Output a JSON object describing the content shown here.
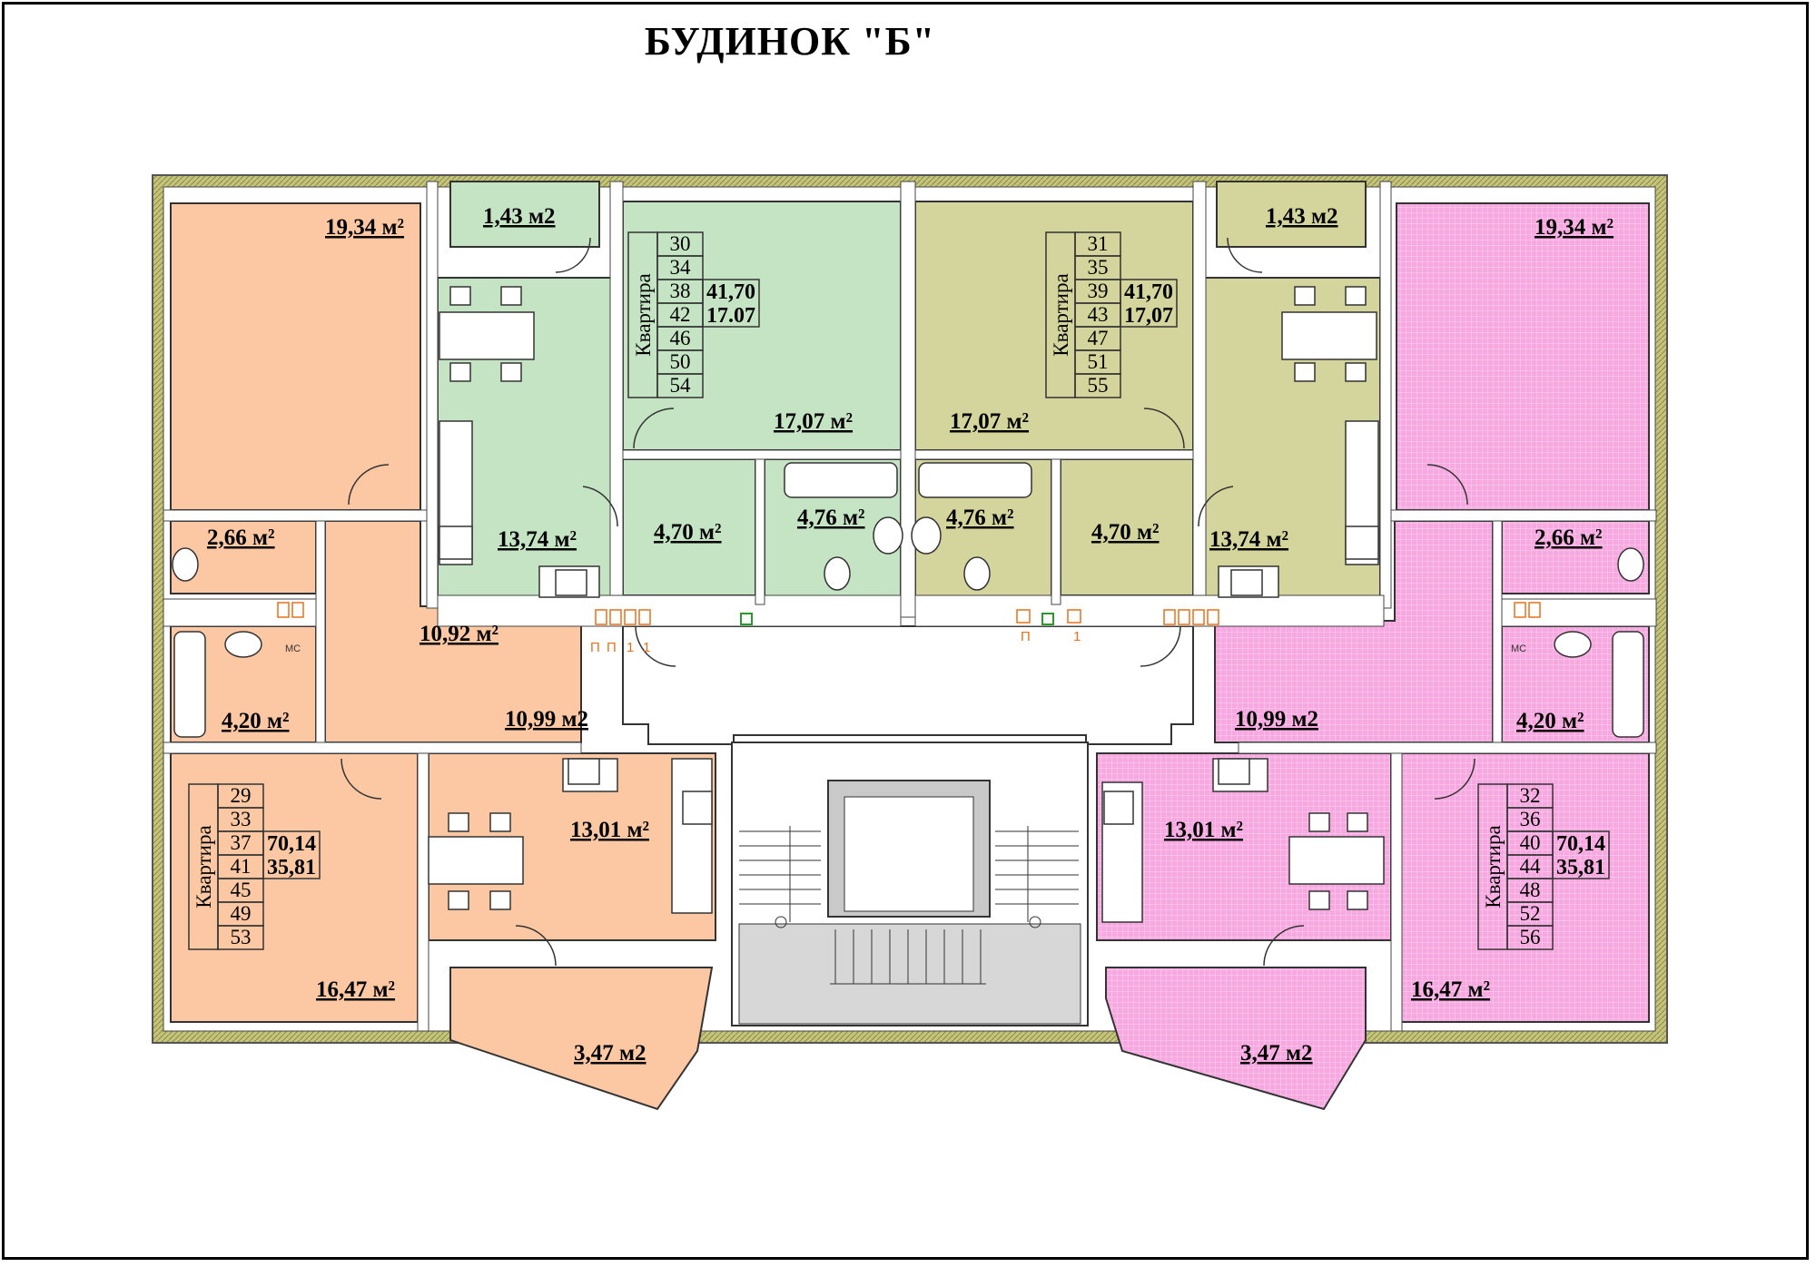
{
  "title": "БУДИНОК \"Б\"",
  "colors": {
    "apartment_orange": "#fcc8a4",
    "apartment_green": "#c4e4c4",
    "apartment_olive": "#d4d59c",
    "apartment_pink": "#f7a8e0",
    "stair_gray": "#d7d7d7",
    "wall": "#ffffff",
    "outer_wall_hatch": "#b8b86a"
  },
  "rooms": {
    "o_living_top": "19,34 м²",
    "o_wc": "2,66 м²",
    "o_bath": "4,20 м²",
    "o_hall_top": "10,92 м²",
    "o_hall": "10,99 м2",
    "o_kitchen": "13,01 м²",
    "o_living_bottom": "16,47 м²",
    "o_balcony": "3,47 м2",
    "g_balcony": "1,43 м2",
    "g_kitchen": "13,74 м²",
    "g_living": "17,07 м²",
    "g_hall": "4,70 м²",
    "g_bath": "4,76 м²",
    "y_balcony": "1,43 м2",
    "y_living": "17,07 м²",
    "y_bath": "4,76 м²",
    "y_hall": "4,70 м²",
    "y_kitchen": "13,74 м²",
    "p_living_top": "19,34 м²",
    "p_wc": "2,66 м²",
    "p_bath": "4,20 м²",
    "p_hall": "10,99 м2",
    "p_kitchen": "13,01 м²",
    "p_living_bottom": "16,47 м²",
    "p_balcony": "3,47 м2"
  },
  "tables": {
    "label": "Квартира",
    "green": {
      "numbers": [
        "30",
        "34",
        "38",
        "42",
        "46",
        "50",
        "54"
      ],
      "total_area": "41,70",
      "living_area": "17.07"
    },
    "olive": {
      "numbers": [
        "31",
        "35",
        "39",
        "43",
        "47",
        "51",
        "55"
      ],
      "total_area": "41,70",
      "living_area": "17,07"
    },
    "orange": {
      "numbers": [
        "29",
        "33",
        "37",
        "41",
        "45",
        "49",
        "53"
      ],
      "total_area": "70,14",
      "living_area": "35,81"
    },
    "pink": {
      "numbers": [
        "32",
        "36",
        "40",
        "44",
        "48",
        "52",
        "56"
      ],
      "total_area": "70,14",
      "living_area": "35,81"
    }
  },
  "markers": {
    "p": "П",
    "one": "1",
    "ms": "МС"
  }
}
